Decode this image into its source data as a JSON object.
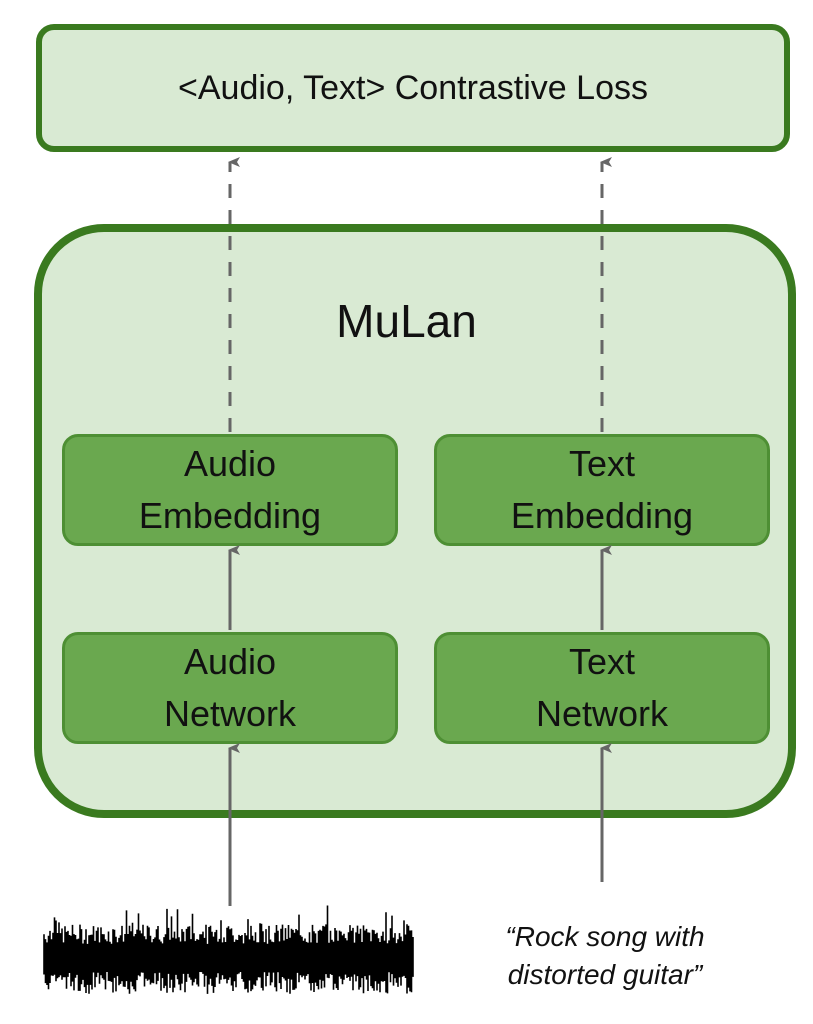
{
  "diagram": {
    "loss": {
      "label": "<Audio, Text> Contrastive Loss"
    },
    "model": {
      "title": "MuLan"
    },
    "nodes": {
      "audio_embedding": {
        "line1": "Audio",
        "line2": "Embedding"
      },
      "text_embedding": {
        "line1": "Text",
        "line2": "Embedding"
      },
      "audio_network": {
        "line1": "Audio",
        "line2": "Network"
      },
      "text_network": {
        "line1": "Text",
        "line2": "Network"
      }
    },
    "inputs": {
      "audio": {
        "icon": "audio-waveform-icon"
      },
      "text": {
        "line1": "“Rock song with",
        "line2": "distorted guitar”"
      }
    },
    "edges": [
      {
        "from": "audio_waveform",
        "to": "audio_network",
        "style": "solid"
      },
      {
        "from": "audio_network",
        "to": "audio_embedding",
        "style": "solid"
      },
      {
        "from": "audio_embedding",
        "to": "contrastive_loss",
        "style": "dashed"
      },
      {
        "from": "text_prompt",
        "to": "text_network",
        "style": "solid"
      },
      {
        "from": "text_network",
        "to": "text_embedding",
        "style": "solid"
      },
      {
        "from": "text_embedding",
        "to": "contrastive_loss",
        "style": "dashed"
      }
    ],
    "colors": {
      "outer_border": "#3a7a1f",
      "light_fill": "#d9ead3",
      "node_fill": "#6aa84f",
      "arrow": "#666666"
    }
  }
}
